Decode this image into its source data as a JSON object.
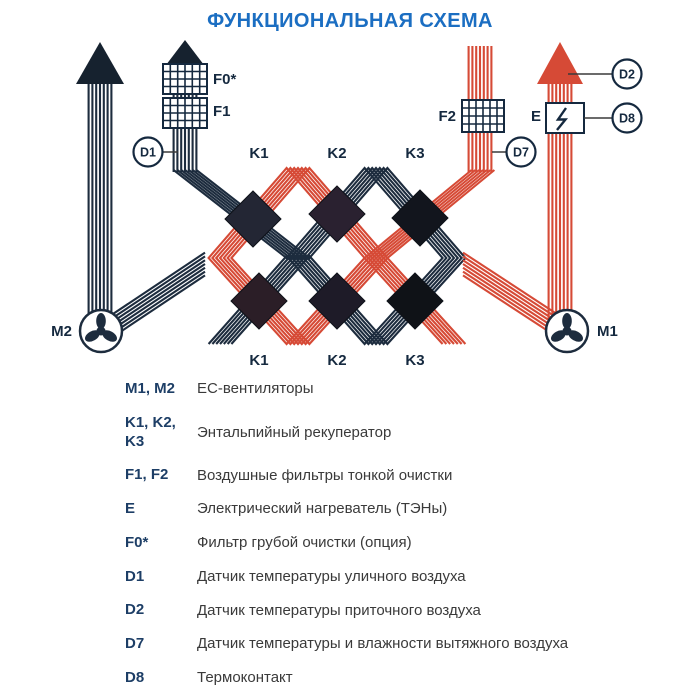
{
  "title": "ФУНКЦИОНАЛЬНАЯ СХЕМА",
  "colors": {
    "title_blue": "#1b6ec2",
    "navy_stream": "#1d2c3e",
    "red_stream": "#d64a36",
    "legend_key": "#1d3e66",
    "legend_text": "#3a3a3a"
  },
  "diagram": {
    "filters": {
      "f0": "F0*",
      "f1": "F1",
      "f2": "F2"
    },
    "heater": {
      "label": "E"
    },
    "sensors": {
      "d1": "D1",
      "d2": "D2",
      "d7": "D7",
      "d8": "D8"
    },
    "fans": {
      "m1": "M1",
      "m2": "M2"
    },
    "recuperator_top": [
      "K1",
      "K2",
      "K3"
    ],
    "recuperator_bottom": [
      "K1",
      "K2",
      "K3"
    ]
  },
  "legend": [
    {
      "key": "M1, M2",
      "value": "ЕС-вентиляторы"
    },
    {
      "key": "K1, K2, K3",
      "value": "Энтальпийный рекуператор"
    },
    {
      "key": "F1, F2",
      "value": "Воздушные фильтры тонкой очистки"
    },
    {
      "key": "E",
      "value": "Электрический нагреватель (ТЭНы)"
    },
    {
      "key": "F0*",
      "value": "Фильтр грубой очистки (опция)"
    },
    {
      "key": "D1",
      "value": "Датчик температуры уличного воздуха"
    },
    {
      "key": "D2",
      "value": "Датчик температуры приточного воздуха"
    },
    {
      "key": "D7",
      "value": "Датчик температуры и влажности вытяжного воздуха"
    },
    {
      "key": "D8",
      "value": "Термоконтакт"
    }
  ]
}
